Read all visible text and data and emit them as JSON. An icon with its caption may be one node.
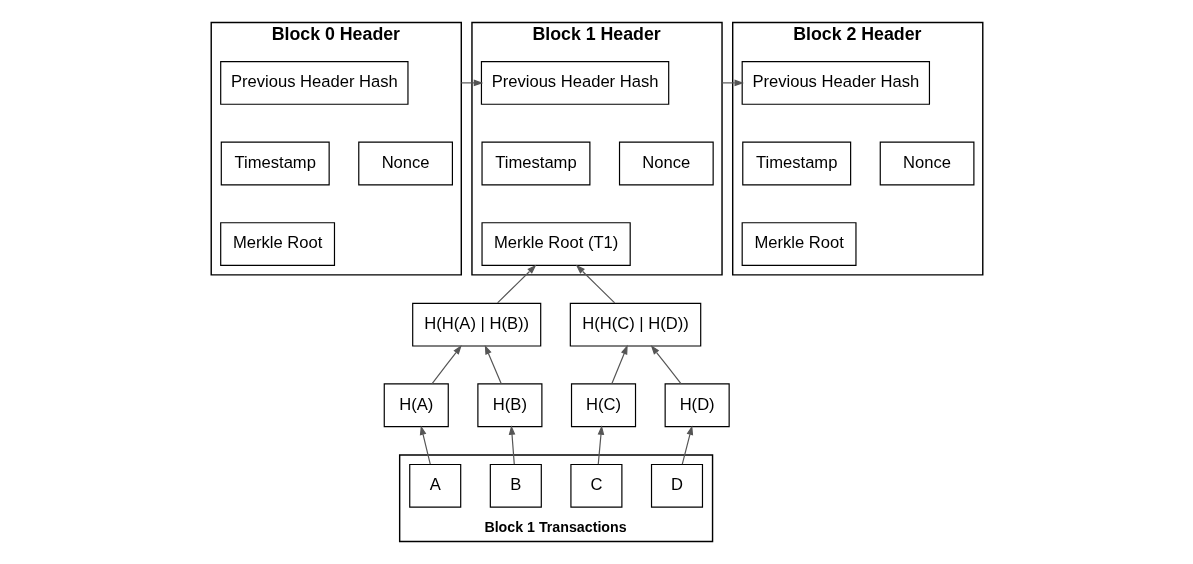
{
  "diagram": {
    "nodes": [
      {
        "text": [
          "Block 0 Header"
        ]
      },
      {
        "text": [
          "Previous Header Hash"
        ],
        "in": 0
      },
      {
        "text": [
          "Timestamp"
        ],
        "in": 0
      },
      {
        "text": [
          "Nonce"
        ],
        "in": 0
      },
      {
        "text": [
          "Merkle Root"
        ],
        "in": 0
      },
      {
        "text": [
          "Block 1 Header"
        ]
      },
      {
        "text": [
          "Previous Header Hash"
        ],
        "in": 5
      },
      {
        "text": [
          "Timestamp"
        ],
        "in": 5
      },
      {
        "text": [
          "Nonce"
        ],
        "in": 5
      },
      {
        "text": [
          "Merkle Root (T1)"
        ],
        "in": 5
      },
      {
        "text": [
          "Block 2 Header"
        ]
      },
      {
        "text": [
          "Previous Header Hash"
        ],
        "in": 10
      },
      {
        "text": [
          "Timestamp"
        ],
        "in": 10
      },
      {
        "text": [
          "Nonce"
        ],
        "in": 10
      },
      {
        "text": [
          "Merkle Root"
        ],
        "in": 10
      },
      {
        "text": [
          "H(H(A) | H(B))"
        ]
      },
      {
        "text": [
          "H(H(C) | H(D))"
        ]
      },
      {
        "text": [
          "H(A)"
        ]
      },
      {
        "text": [
          "H(B)"
        ]
      },
      {
        "text": [
          "H(C)"
        ]
      },
      {
        "text": [
          "H(D)"
        ]
      },
      {
        "text": [
          "Block 1 Transactions"
        ]
      },
      {
        "text": [
          "A"
        ],
        "in": 21
      },
      {
        "text": [
          "B"
        ],
        "in": 21
      },
      {
        "text": [
          "C"
        ],
        "in": 21
      },
      {
        "text": [
          "D"
        ],
        "in": 21
      }
    ],
    "edges": [
      {
        "from": 0,
        "to": 6,
        "arrow": "to"
      },
      {
        "from": 5,
        "to": 11,
        "arrow": "to"
      },
      {
        "from": 15,
        "to": 9,
        "arrow": "to"
      },
      {
        "from": 16,
        "to": 9,
        "arrow": "to"
      },
      {
        "from": 17,
        "to": 15,
        "arrow": "to"
      },
      {
        "from": 18,
        "to": 15,
        "arrow": "to"
      },
      {
        "from": 19,
        "to": 16,
        "arrow": "to"
      },
      {
        "from": 20,
        "to": 16,
        "arrow": "to"
      },
      {
        "from": 22,
        "to": 17,
        "arrow": "to"
      },
      {
        "from": 23,
        "to": 18,
        "arrow": "to"
      },
      {
        "from": 24,
        "to": 19,
        "arrow": "to"
      },
      {
        "from": 25,
        "to": 20,
        "arrow": "to"
      }
    ]
  }
}
